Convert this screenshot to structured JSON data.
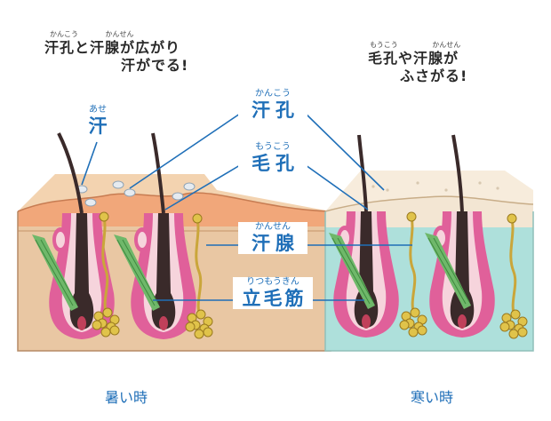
{
  "notes": {
    "hot": {
      "ruby1": "かんこう",
      "ruby2": "かんせん",
      "line1": "汗孔と汗腺が広がり",
      "line2": "汗がでる!"
    },
    "cold": {
      "ruby1": "もうこう",
      "ruby2": "かんせん",
      "line1": "毛孔や汗腺が",
      "line2": "ふさがる!"
    }
  },
  "sweat_label": {
    "ruby": "あせ",
    "text": "汗"
  },
  "labels": [
    {
      "ruby": "かんこう",
      "text": "汗孔"
    },
    {
      "ruby": "もうこう",
      "text": "毛孔"
    },
    {
      "ruby": "かんせん",
      "text": "汗腺"
    },
    {
      "ruby": "りつもうきん",
      "text": "立毛筋"
    }
  ],
  "captions": {
    "hot": "暑い時",
    "cold": "寒い時"
  },
  "colors": {
    "accent": "#1f6fb8",
    "hot_dermis": "#e9c7a3",
    "cold_dermis": "#aee0db",
    "epidermis_hot": "#f1a77a",
    "epidermis_cold": "#f3e6d3",
    "gland": "#e0c34a",
    "pink": "#e0609a",
    "muscle": "#6fb86a"
  }
}
